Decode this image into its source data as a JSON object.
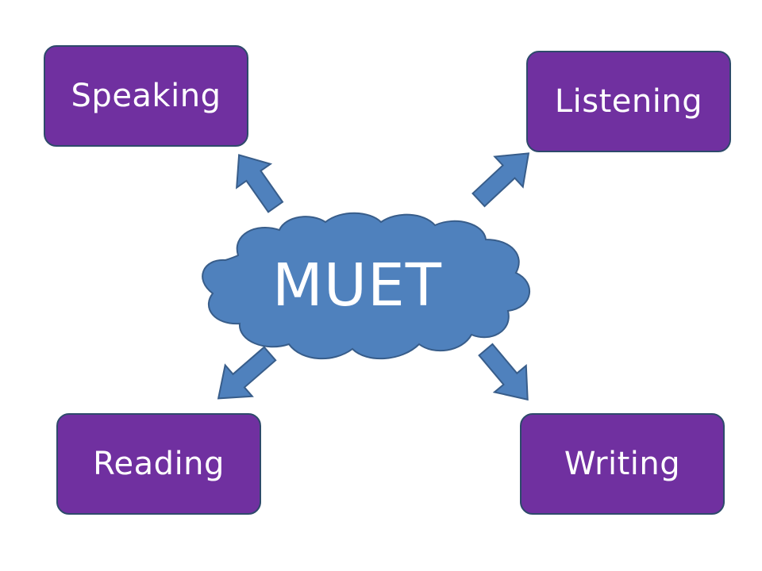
{
  "diagram": {
    "center": {
      "label": "MUET"
    },
    "nodes": [
      {
        "id": "speaking",
        "label": "Speaking"
      },
      {
        "id": "listening",
        "label": "Listening"
      },
      {
        "id": "reading",
        "label": "Reading"
      },
      {
        "id": "writing",
        "label": "Writing"
      }
    ]
  },
  "colors": {
    "box_fill": "#7030a0",
    "box_border": "#2e4a6b",
    "cloud_fill": "#4f81bd",
    "cloud_stroke": "#385d8a",
    "arrow_fill": "#4f81bd",
    "arrow_stroke": "#385d8a",
    "text": "#ffffff"
  }
}
